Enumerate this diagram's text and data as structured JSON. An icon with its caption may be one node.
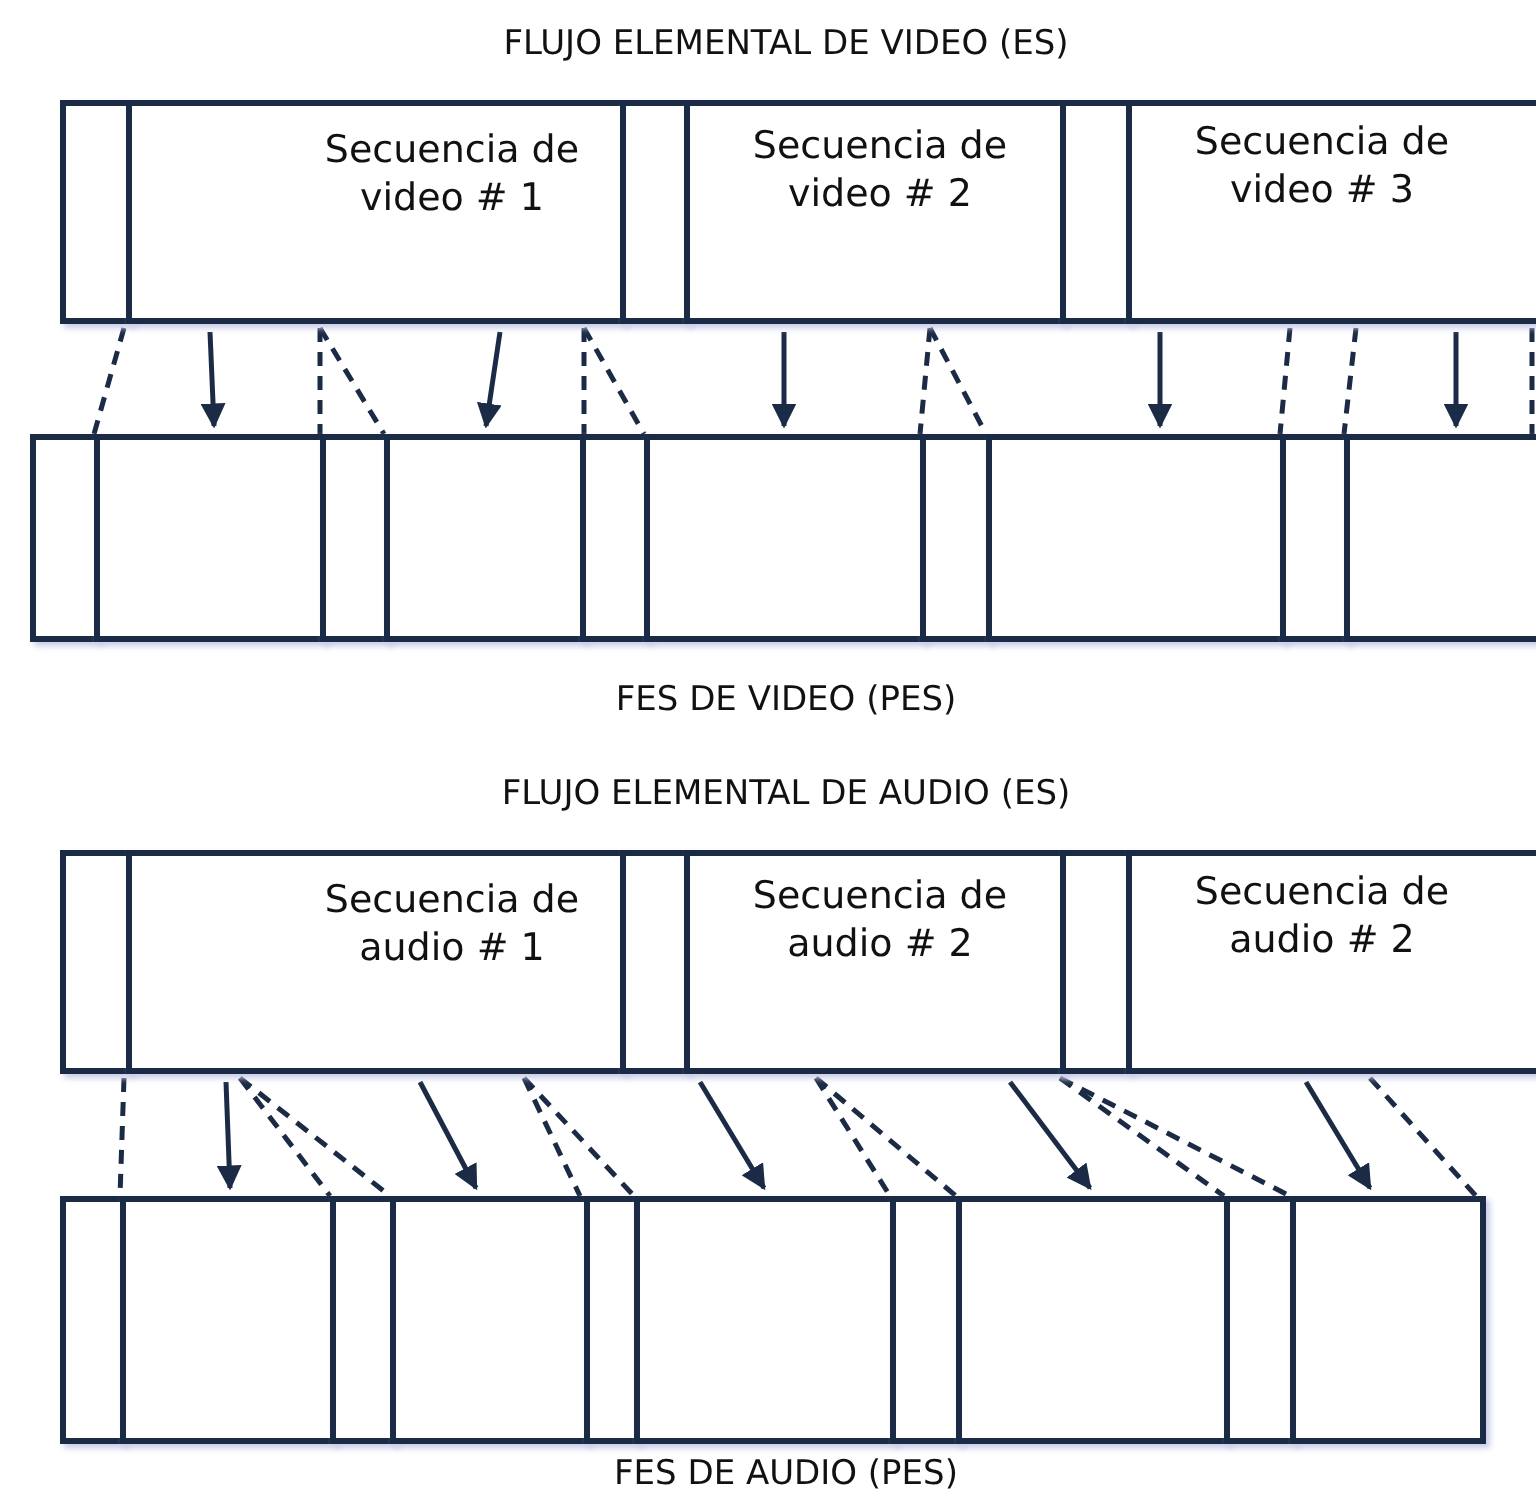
{
  "diagram": {
    "nodes": [
      {
        "text": [],
        "shape": "box"
      },
      {
        "text": [
          "Secuencia de video # 1"
        ]
      },
      {
        "text": [],
        "shape": "box"
      },
      {
        "text": [
          "Secuencia de video # 2"
        ]
      },
      {
        "text": [],
        "shape": "box"
      },
      {
        "text": [
          "Secuencia de video # 3"
        ]
      },
      {
        "text": [],
        "shape": "box"
      },
      {
        "text": [],
        "shape": "box"
      },
      {
        "text": [],
        "shape": "box"
      },
      {
        "text": [],
        "shape": "box"
      },
      {
        "text": [],
        "shape": "box"
      },
      {
        "text": [],
        "shape": "box"
      },
      {
        "text": [],
        "shape": "box"
      },
      {
        "text": [],
        "shape": "box"
      },
      {
        "text": [],
        "shape": "box"
      },
      {
        "text": [],
        "shape": "box"
      },
      {
        "text": [],
        "shape": "box"
      },
      {
        "text": [
          "Secuencia de audio # 1"
        ]
      },
      {
        "text": [],
        "shape": "box"
      },
      {
        "text": [
          "Secuencia de audio # 2"
        ]
      },
      {
        "text": [],
        "shape": "box"
      },
      {
        "text": [
          "Secuencia de audio # 2"
        ]
      },
      {
        "text": [],
        "shape": "box"
      },
      {
        "text": [],
        "shape": "box"
      },
      {
        "text": [],
        "shape": "box"
      },
      {
        "text": [],
        "shape": "box"
      },
      {
        "text": [],
        "shape": "box"
      },
      {
        "text": [],
        "shape": "box"
      },
      {
        "text": [],
        "shape": "box"
      },
      {
        "text": [],
        "shape": "box"
      },
      {
        "text": [],
        "shape": "box"
      },
      {
        "text": [],
        "shape": "box"
      }
    ],
    "edges": [
      {
        "from": 1,
        "to": 7,
        "arrow": "to"
      },
      {
        "from": 1,
        "to": 9,
        "arrow": "to"
      },
      {
        "from": 3,
        "to": 11,
        "arrow": "to"
      },
      {
        "from": 5,
        "to": 13,
        "arrow": "to"
      },
      {
        "from": 5,
        "to": 15,
        "arrow": "to"
      },
      {
        "from": 17,
        "to": 23,
        "arrow": "to"
      },
      {
        "from": 17,
        "to": 25,
        "arrow": "to"
      },
      {
        "from": 19,
        "to": 27,
        "arrow": "to"
      },
      {
        "from": 19,
        "to": 29,
        "arrow": "to"
      },
      {
        "from": 21,
        "to": 31,
        "arrow": "to"
      }
    ],
    "labels": [
      "FLUJO ELEMENTAL DE VIDEO (ES)",
      "FES DE VIDEO (PES)",
      "FLUJO ELEMENTAL DE AUDIO (ES)",
      "FES DE AUDIO (PES)"
    ]
  }
}
